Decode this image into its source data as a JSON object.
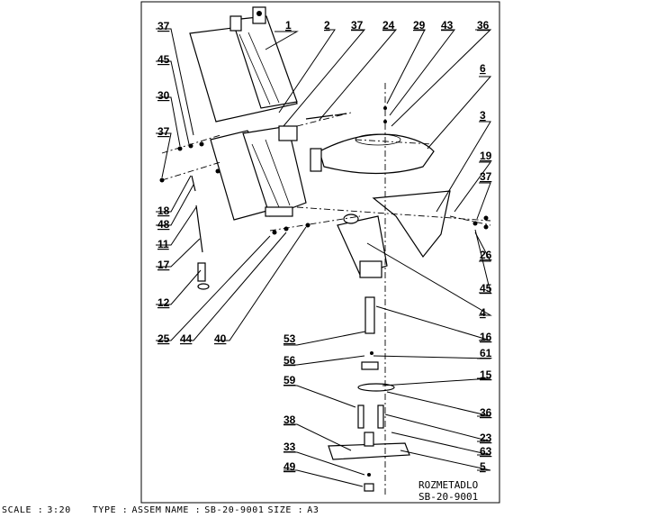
{
  "drawing": {
    "title_line1": "ROZMETADLO",
    "title_line2": "SB-20-9001"
  },
  "callouts": [
    "1",
    "2",
    "37",
    "24",
    "29",
    "43",
    "36",
    "6",
    "3",
    "19",
    "37",
    "26",
    "45",
    "4",
    "16",
    "61",
    "15",
    "36",
    "23",
    "63",
    "5",
    "53",
    "56",
    "59",
    "38",
    "33",
    "49",
    "25",
    "44",
    "40",
    "12",
    "17",
    "11",
    "48",
    "18",
    "37",
    "30",
    "45",
    "37"
  ],
  "status": {
    "scale_label": "SCALE :",
    "scale_value": "3:20",
    "type_label": "TYPE :",
    "type_value": "ASSEM",
    "name_label": "NAME :",
    "name_value": "SB-20-9001",
    "size_label": "SIZE :",
    "size_value": "A3"
  }
}
